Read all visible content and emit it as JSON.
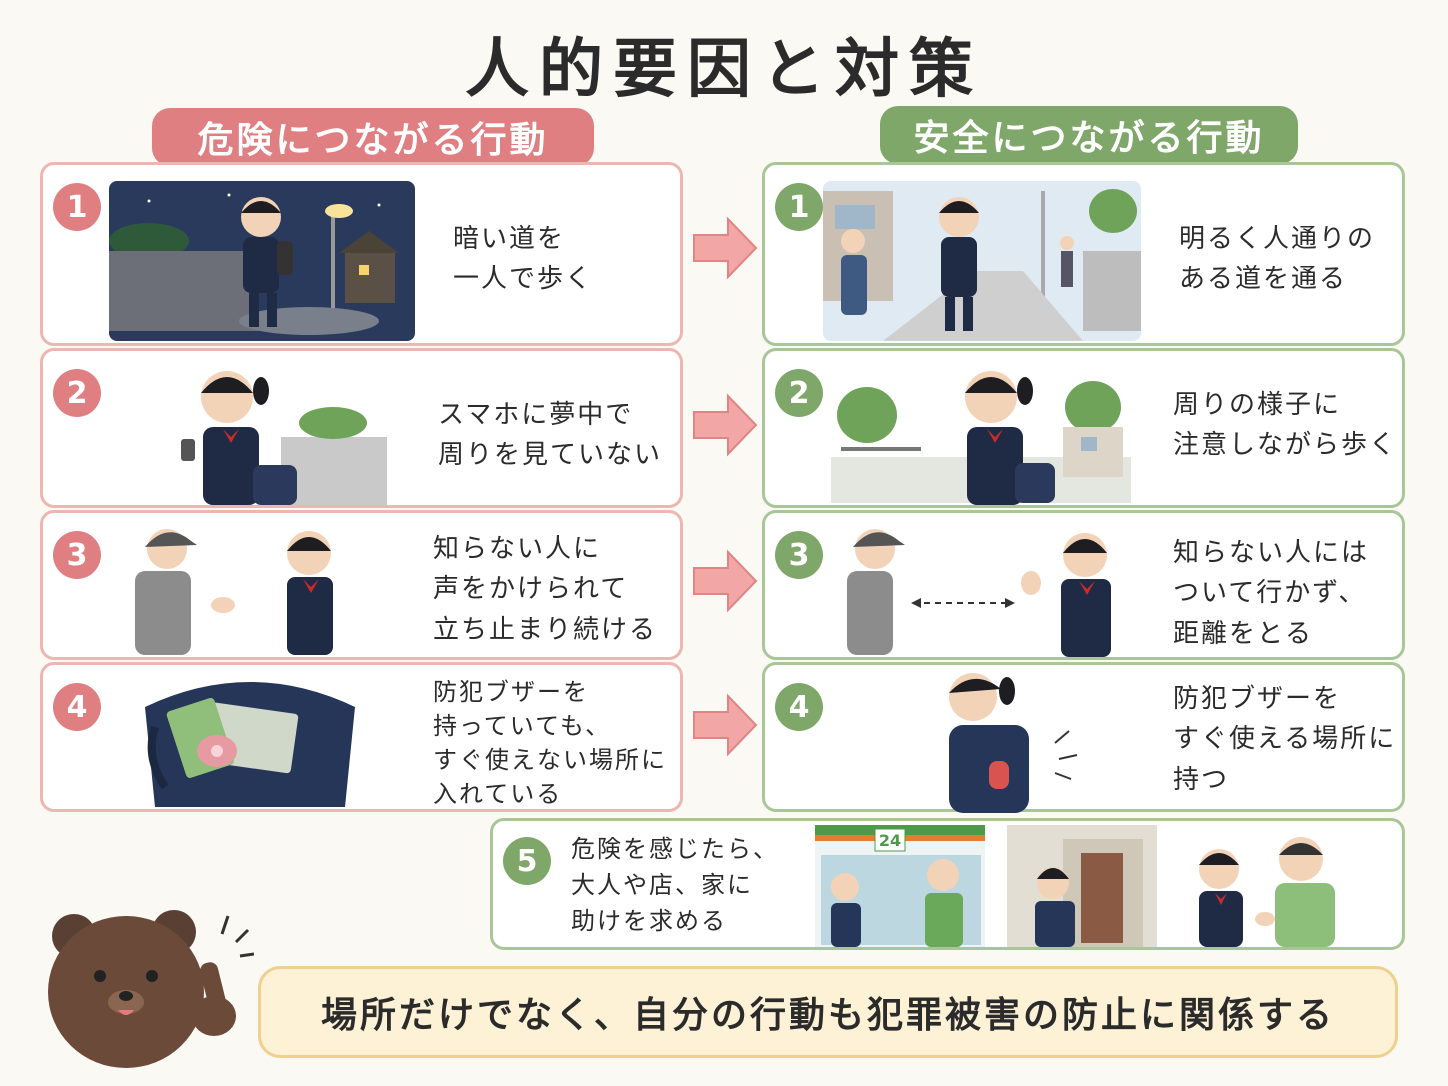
{
  "title": "人的要因と対策",
  "danger_header": "危険につながる行動",
  "safe_header": "安全につながる行動",
  "danger": [
    {
      "num": "1",
      "text": "暗い道を\n一人で歩く"
    },
    {
      "num": "2",
      "text": "スマホに夢中で\n周りを見ていない"
    },
    {
      "num": "3",
      "text": "知らない人に\n声をかけられて\n立ち止まり続ける"
    },
    {
      "num": "4",
      "text": "防犯ブザーを\n持っていても、\nすぐ使えない場所に\n入れている"
    }
  ],
  "safe": [
    {
      "num": "1",
      "text": "明るく人通りの\nある道を通る"
    },
    {
      "num": "2",
      "text": "周りの様子に\n注意しながら歩く"
    },
    {
      "num": "3",
      "text": "知らない人には\nついて行かず、\n距離をとる"
    },
    {
      "num": "4",
      "text": "防犯ブザーを\nすぐ使える場所に\n持つ"
    }
  ],
  "extra": {
    "num": "5",
    "text": "危険を感じたら、\n大人や店、家に\n助けを求める",
    "store_sign": "24"
  },
  "footer": "場所だけでなく、自分の行動も犯罪被害の防止に関係する",
  "colors": {
    "danger": "#e07f82",
    "safe": "#7fa76a",
    "footer_bg": "#fdf1d6"
  }
}
